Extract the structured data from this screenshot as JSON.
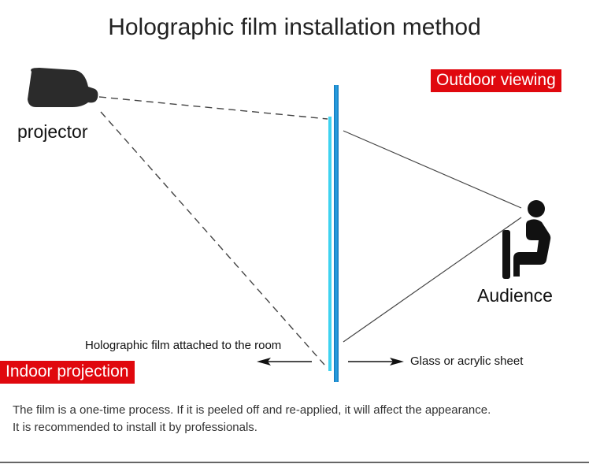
{
  "title": "Holographic film installation method",
  "labels": {
    "projector": "projector",
    "audience": "Audience",
    "outdoor_viewing": "Outdoor viewing",
    "indoor_projection": "Indoor projection",
    "film_attached": "Holographic film attached to the room",
    "glass_sheet": "Glass or acrylic sheet"
  },
  "note": {
    "line1": "The film is a one-time process. If it is peeled off and re-applied, it will affect the appearance.",
    "line2": "It is recommended to install it by professionals."
  },
  "colors": {
    "badge": "#e0080e",
    "glass": "#1f8fd0",
    "film": "#3fd3f0",
    "line": "#444444",
    "icon": "#2b2b2b"
  },
  "icons": {
    "projector": "projector-icon",
    "audience": "seated-person-icon"
  }
}
